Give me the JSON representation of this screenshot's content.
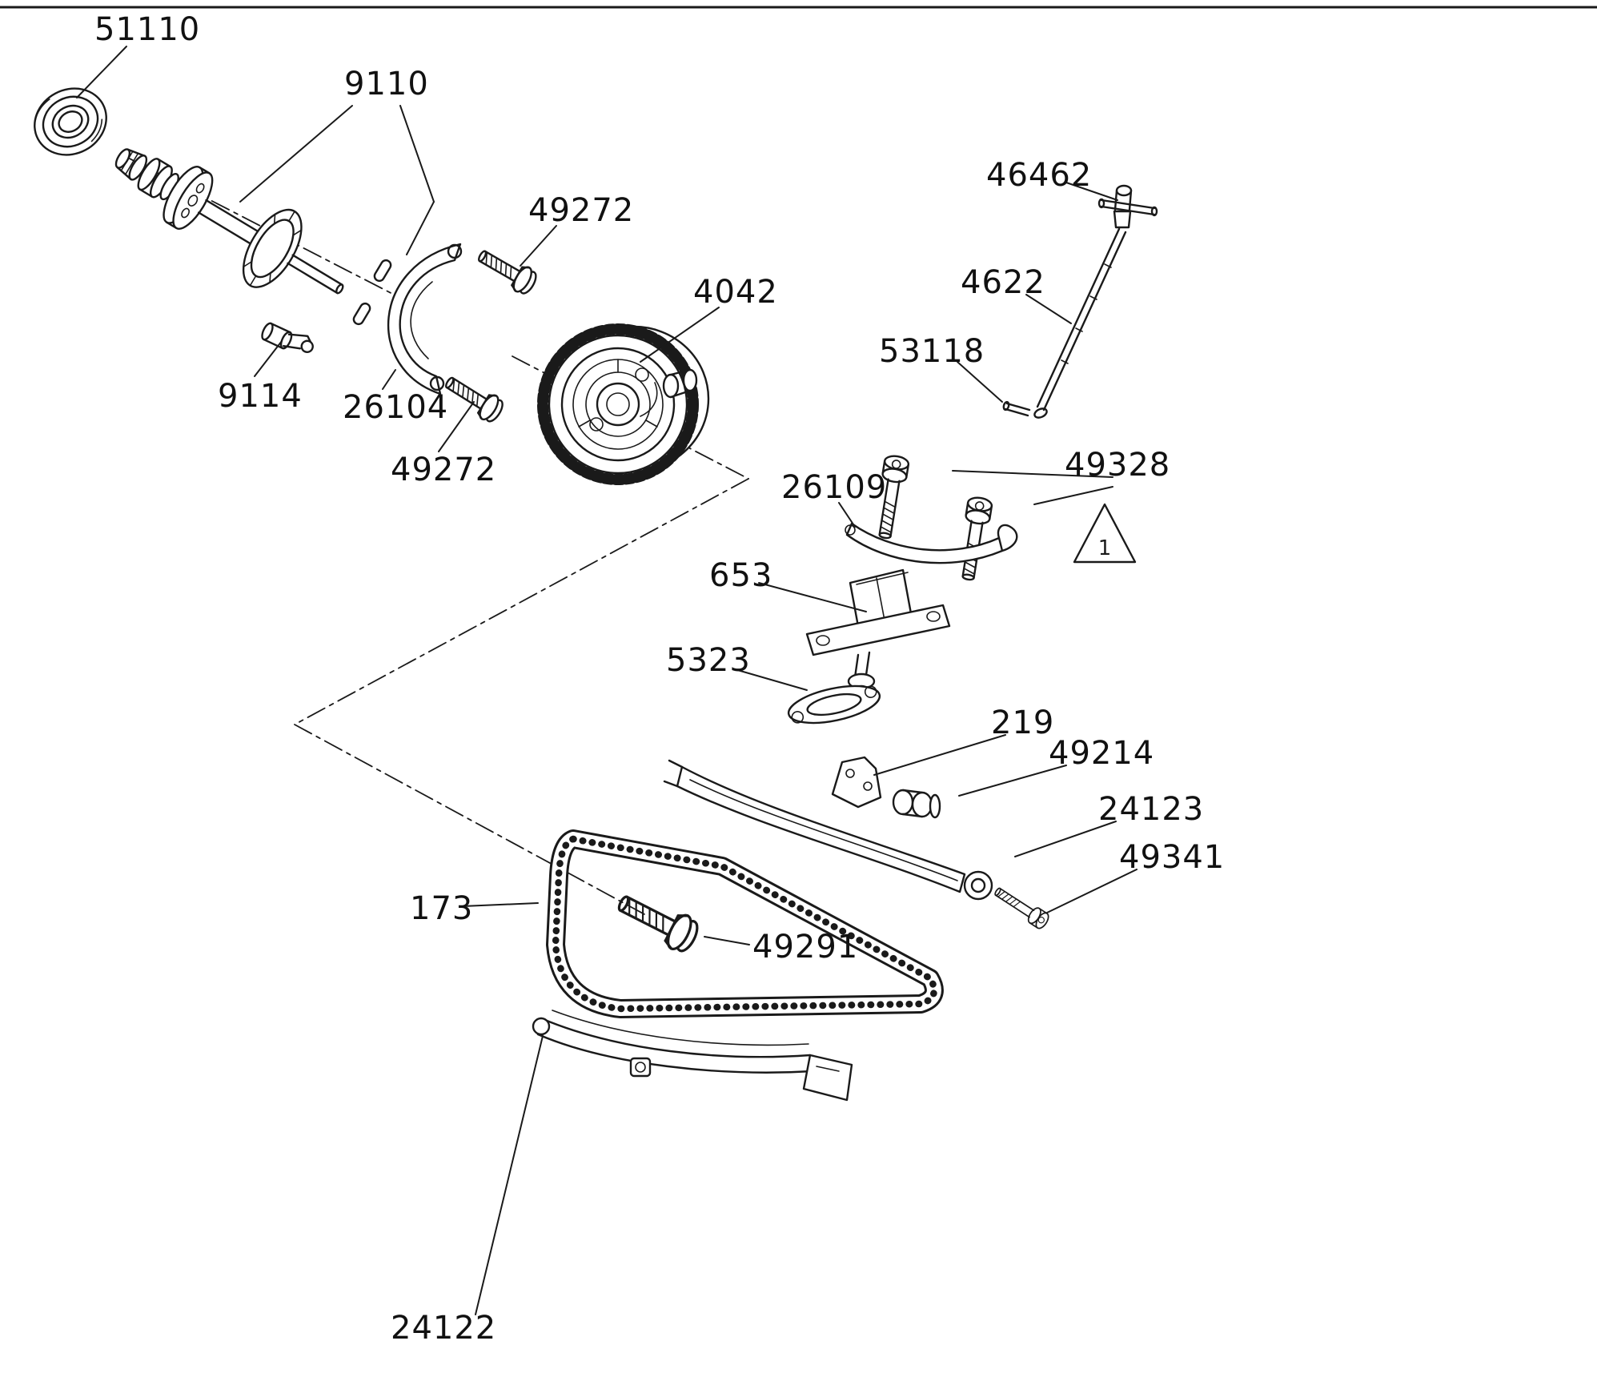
{
  "diagram": {
    "colors": {
      "ink": "#1a1a1a",
      "background": "#ffffff"
    },
    "note": {
      "number": "1"
    },
    "parts": [
      {
        "ref": "51110"
      },
      {
        "ref": "9110"
      },
      {
        "ref": "49272"
      },
      {
        "ref": "4042"
      },
      {
        "ref": "46462"
      },
      {
        "ref": "4622"
      },
      {
        "ref": "53118"
      },
      {
        "ref": "49328"
      },
      {
        "ref": "26109"
      },
      {
        "ref": "653"
      },
      {
        "ref": "5323"
      },
      {
        "ref": "219"
      },
      {
        "ref": "49214"
      },
      {
        "ref": "24123"
      },
      {
        "ref": "49341"
      },
      {
        "ref": "9114"
      },
      {
        "ref": "26104"
      },
      {
        "ref": "49272"
      },
      {
        "ref": "173"
      },
      {
        "ref": "49291"
      },
      {
        "ref": "24122"
      }
    ]
  }
}
